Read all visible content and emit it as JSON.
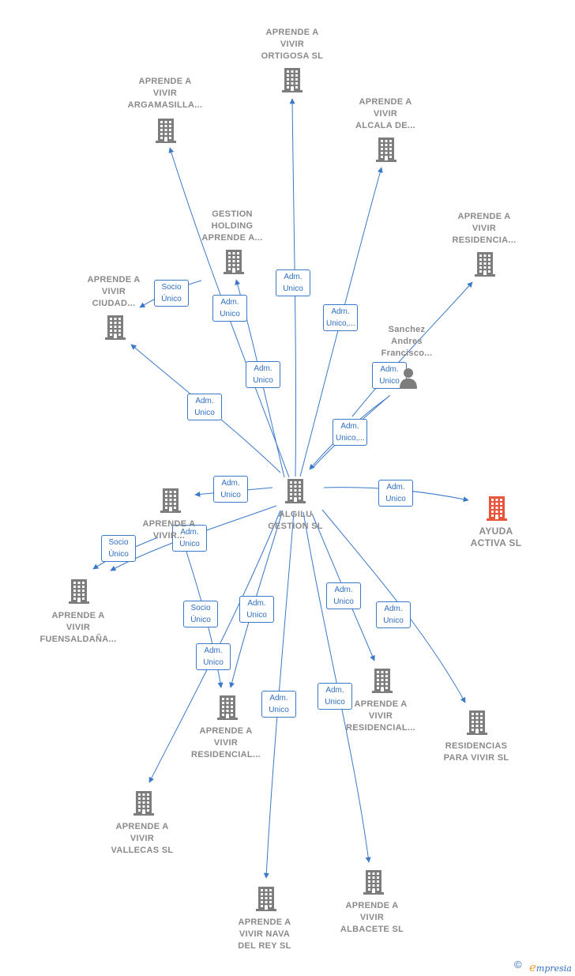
{
  "center": {
    "id": "algilu",
    "label": "ALGILU\nGESTION  SL"
  },
  "highlight": {
    "id": "ayuda",
    "label": "AYUDA\nACTIVA  SL",
    "color": "#e8553a"
  },
  "person": {
    "id": "sanchez",
    "label": "Sanchez\nAndres\nFrancisco..."
  },
  "companies": [
    {
      "id": "ortigosa",
      "label": "APRENDE A\nVIVIR\nORTIGOSA  SL"
    },
    {
      "id": "argamasilla",
      "label": "APRENDE A\nVIVIR\nARGAMASILLA..."
    },
    {
      "id": "alcala",
      "label": "APRENDE A\nVIVIR\nALCALA DE..."
    },
    {
      "id": "holding",
      "label": "GESTION\nHOLDING\nAPRENDE A..."
    },
    {
      "id": "residencia_top",
      "label": "APRENDE A\nVIVIR\nRESIDENCIA..."
    },
    {
      "id": "ciudad",
      "label": "APRENDE A\nVIVIR\nCIUDAD..."
    },
    {
      "id": "vivir_mid",
      "label": "APRENDE A\nVIVIR..."
    },
    {
      "id": "fuensaldana",
      "label": "APRENDE A\nVIVIR\nFUENSALDAÑA..."
    },
    {
      "id": "residencial_left",
      "label": "APRENDE A\nVIVIR\nRESIDENCIAL..."
    },
    {
      "id": "residencial_right",
      "label": "APRENDE A\nVIVIR\nRESIDENCIAL..."
    },
    {
      "id": "residencias",
      "label": "RESIDENCIAS\nPARA VIVIR  SL"
    },
    {
      "id": "vallecas",
      "label": "APRENDE A\nVIVIR\nVALLECAS  SL"
    },
    {
      "id": "nava",
      "label": "APRENDE A\nVIVIR NAVA\nDEL REY  SL"
    },
    {
      "id": "albacete",
      "label": "APRENDE A\nVIVIR\nALBACETE  SL"
    }
  ],
  "relations": [
    {
      "id": "r_ortigosa",
      "label": "Adm.\nUnico"
    },
    {
      "id": "r_alcala",
      "label": "Adm.\nUnico,..."
    },
    {
      "id": "r_argamasilla",
      "label": "Adm.\nUnico"
    },
    {
      "id": "r_holding",
      "label": "Adm.\nUnico"
    },
    {
      "id": "r_ciudad_socio",
      "label": "Socio\nÚnico"
    },
    {
      "id": "r_ciudad",
      "label": "Adm.\nUnico"
    },
    {
      "id": "r_person_res",
      "label": "Adm.\nUnico"
    },
    {
      "id": "r_person_center",
      "label": "Adm.\nUnico,..."
    },
    {
      "id": "r_vivir_mid",
      "label": "Adm.\nUnico"
    },
    {
      "id": "r_ayuda",
      "label": "Adm.\nUnico"
    },
    {
      "id": "r_fuens_socio",
      "label": "Socio\nÚnico"
    },
    {
      "id": "r_fuens",
      "label": "Adm.\nUnico"
    },
    {
      "id": "r_resl_socio",
      "label": "Socio\nÚnico"
    },
    {
      "id": "r_resl",
      "label": "Adm.\nUnico"
    },
    {
      "id": "r_vallecas",
      "label": "Adm.\nUnico"
    },
    {
      "id": "r_resr",
      "label": "Adm.\nUnico"
    },
    {
      "id": "r_residencias",
      "label": "Adm.\nUnico"
    },
    {
      "id": "r_nava",
      "label": "Adm.\nUnico"
    },
    {
      "id": "r_albacete",
      "label": "Adm.\nUnico"
    }
  ],
  "colors": {
    "edge": "#3a78c9",
    "building": "#7d7d7d",
    "building_highlight": "#e8553a"
  },
  "footer": {
    "copyright": "©",
    "brand_initial": "e",
    "brand_rest": "mpresia"
  }
}
